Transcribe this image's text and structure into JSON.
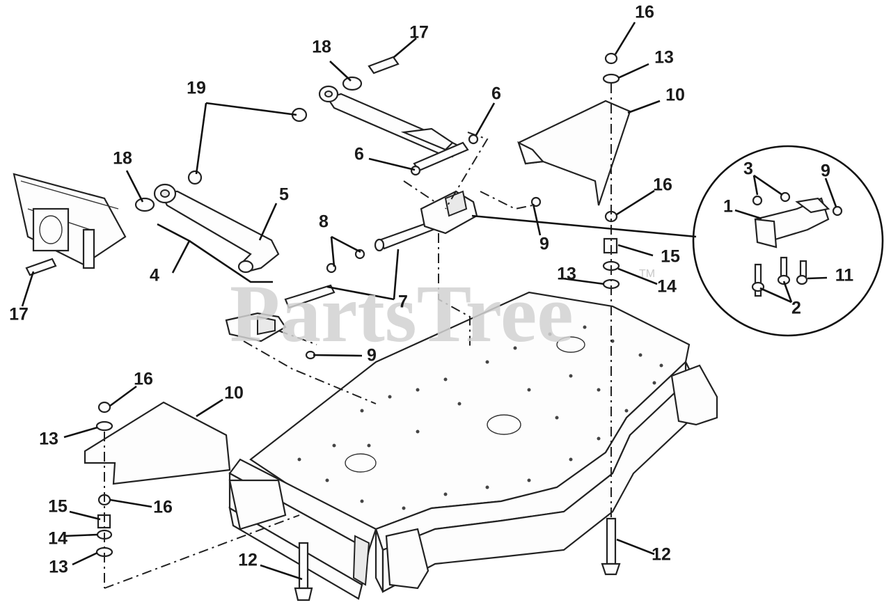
{
  "watermark": {
    "brand": "PartsTree",
    "tm": "TM"
  },
  "callouts": [
    {
      "text": "16"
    },
    {
      "text": "13"
    },
    {
      "text": "10"
    },
    {
      "text": "17"
    },
    {
      "text": "18"
    },
    {
      "text": "19"
    },
    {
      "text": "6"
    },
    {
      "text": "6"
    },
    {
      "text": "18"
    },
    {
      "text": "5"
    },
    {
      "text": "16"
    },
    {
      "text": "3"
    },
    {
      "text": "9"
    },
    {
      "text": "1"
    },
    {
      "text": "8"
    },
    {
      "text": "9"
    },
    {
      "text": "15"
    },
    {
      "text": "4"
    },
    {
      "text": "13"
    },
    {
      "text": "14"
    },
    {
      "text": "11"
    },
    {
      "text": "7"
    },
    {
      "text": "2"
    },
    {
      "text": "17"
    },
    {
      "text": "9"
    },
    {
      "text": "16"
    },
    {
      "text": "10"
    },
    {
      "text": "13"
    },
    {
      "text": "15"
    },
    {
      "text": "16"
    },
    {
      "text": "14"
    },
    {
      "text": "13"
    },
    {
      "text": "12"
    },
    {
      "text": "12"
    }
  ]
}
